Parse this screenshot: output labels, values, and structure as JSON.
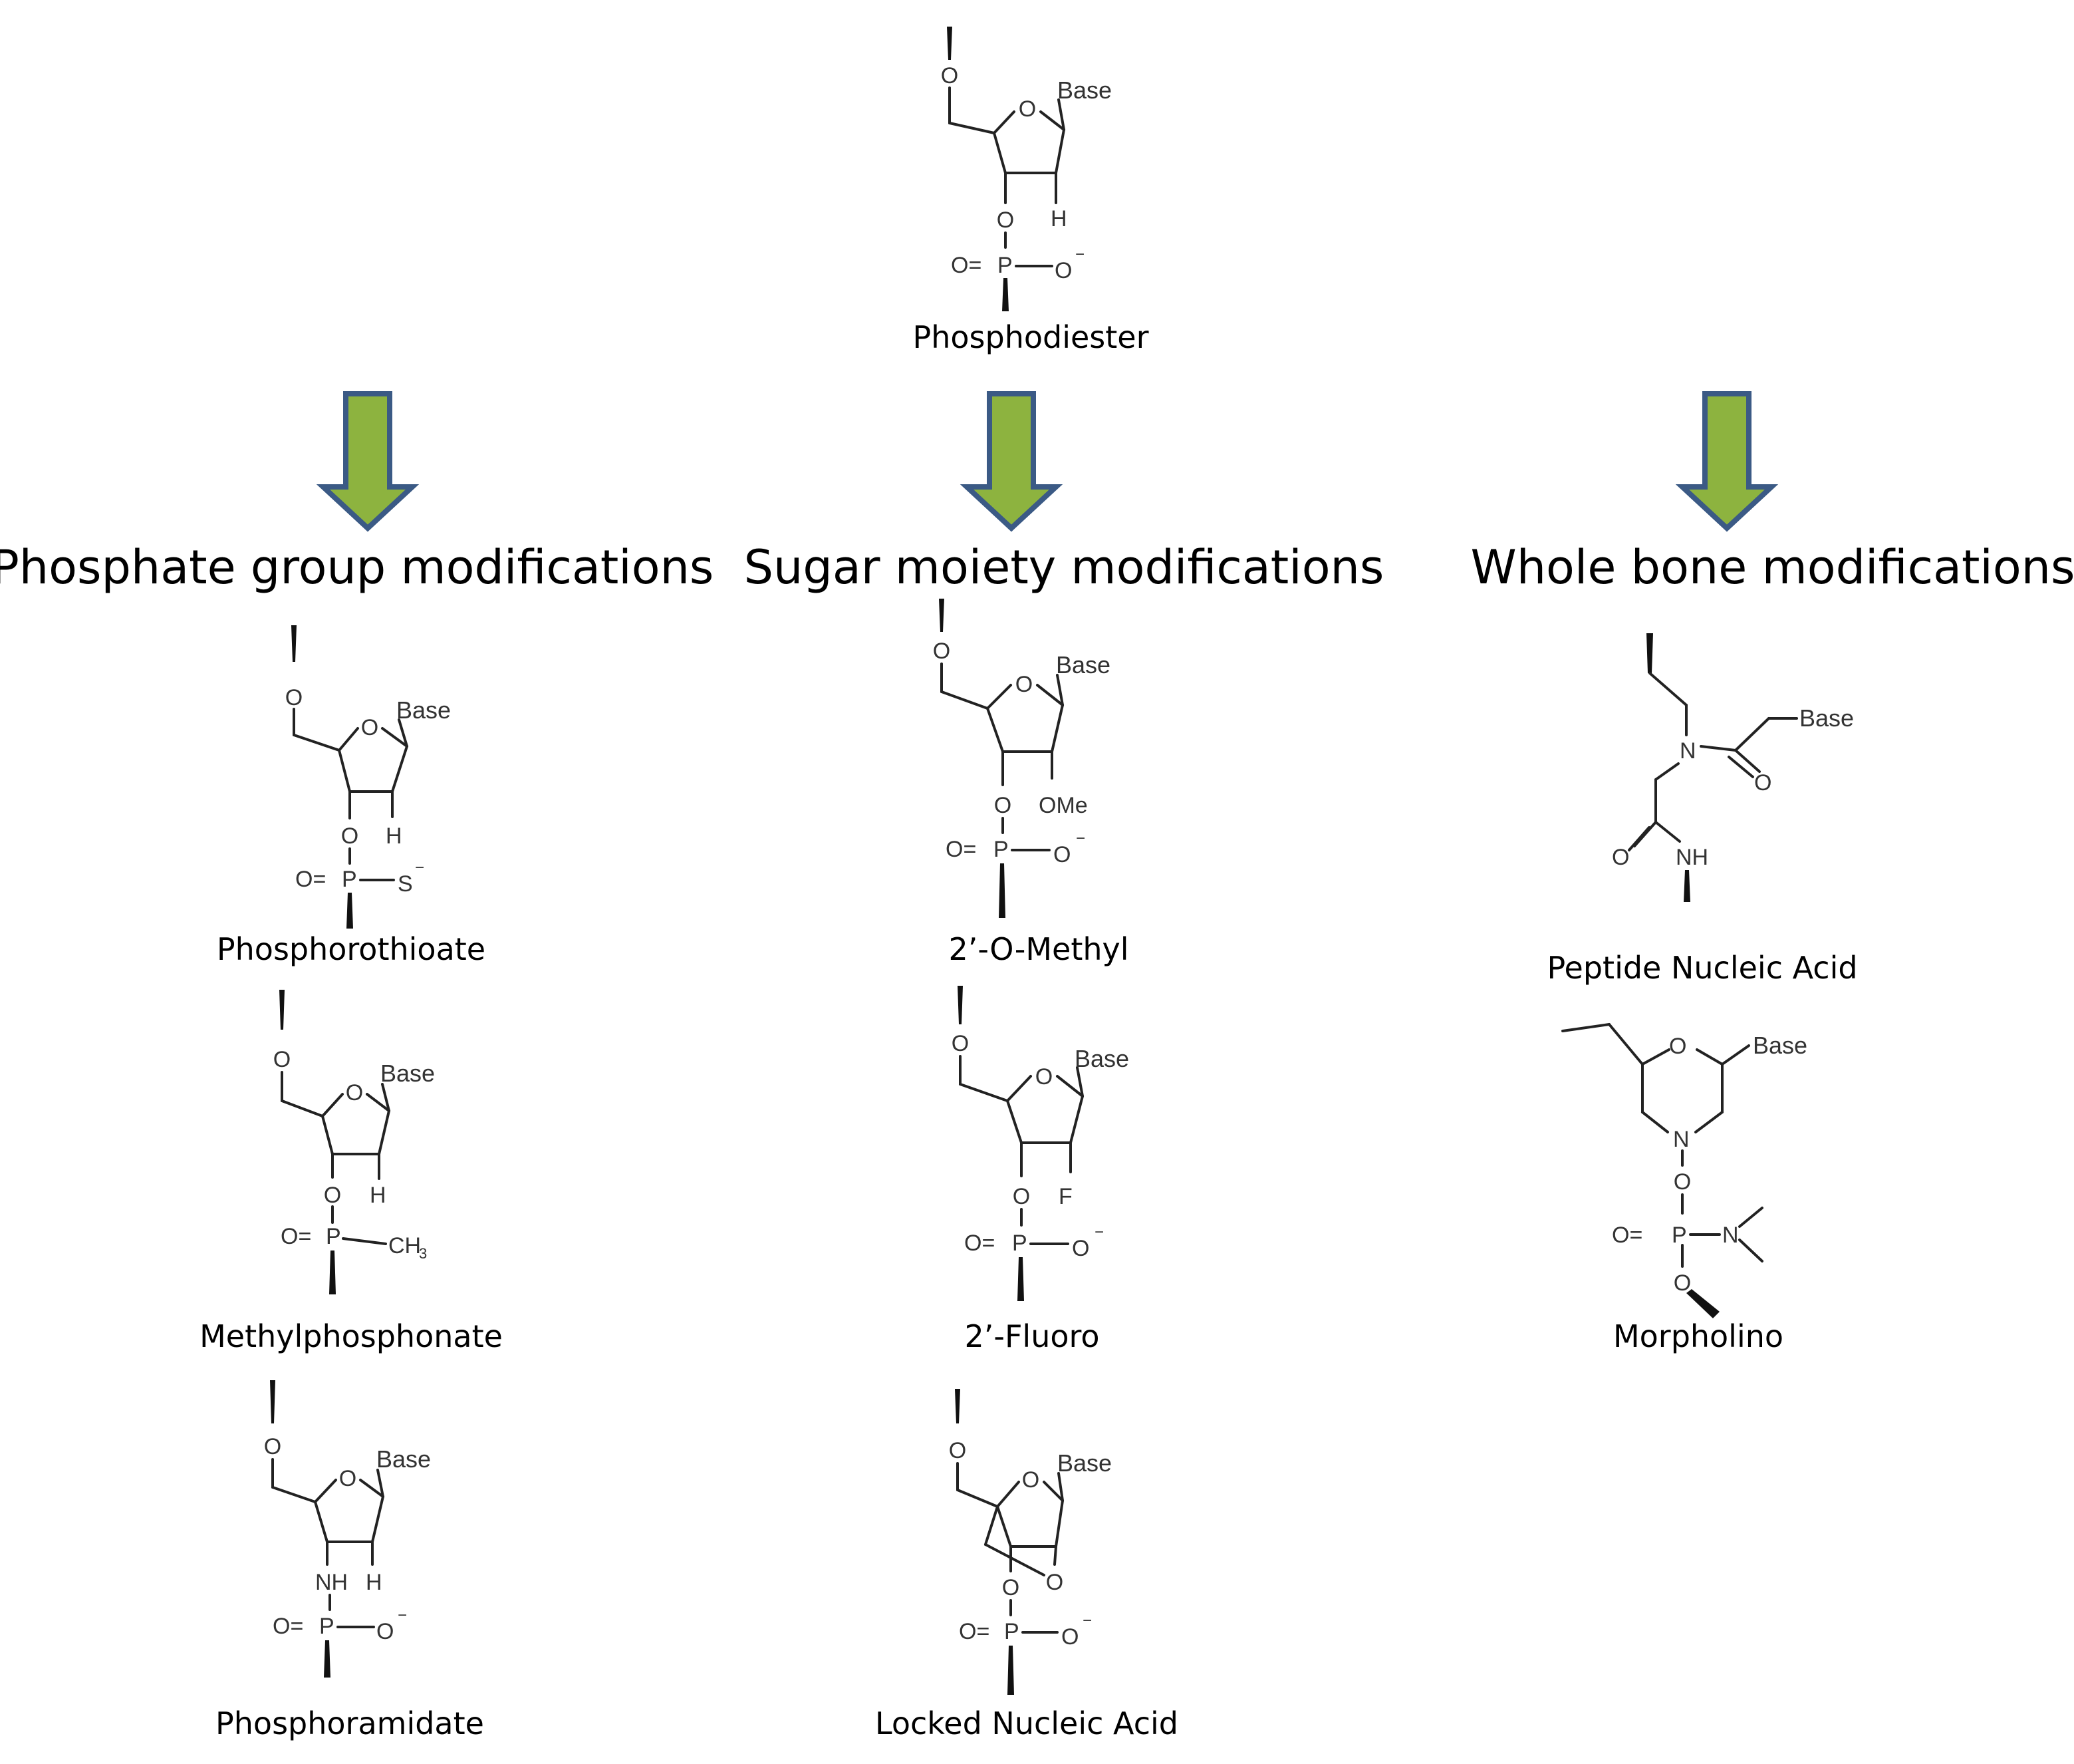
{
  "root": {
    "caption": "Phosphodiester"
  },
  "categories": [
    {
      "id": "phosphate",
      "title": "Phosphate group modifications"
    },
    {
      "id": "sugar",
      "title": "Sugar moiety modifications"
    },
    {
      "id": "backbone",
      "title": "Whole bone modifications"
    }
  ],
  "arrow_colors": {
    "fill": "#8DB33F",
    "stroke": "#3B5A85"
  },
  "structures": [
    {
      "key": "phosphodiester",
      "caption": "Phosphodiester"
    },
    {
      "key": "phosphorothioate",
      "caption": "Phosphorothioate"
    },
    {
      "key": "methylphosphonate",
      "caption": "Methylphosphonate"
    },
    {
      "key": "phosphoramidate",
      "caption": "Phosphoramidate"
    },
    {
      "key": "omethyl",
      "caption": "2’-O-Methyl"
    },
    {
      "key": "fluoro",
      "caption": "2’-Fluoro"
    },
    {
      "key": "lna",
      "caption": "Locked Nucleic Acid"
    },
    {
      "key": "pna",
      "caption": "Peptide Nucleic Acid"
    },
    {
      "key": "morpholino",
      "caption": "Morpholino"
    }
  ],
  "atom_labels": {
    "O": "O",
    "P": "P",
    "S": "S",
    "N": "N",
    "H": "H",
    "F": "F",
    "NH": "NH",
    "OMe": "OMe",
    "CH": "CH",
    "sub3": "3",
    "base": "Base",
    "minus": "−",
    "O_double": "O="
  }
}
